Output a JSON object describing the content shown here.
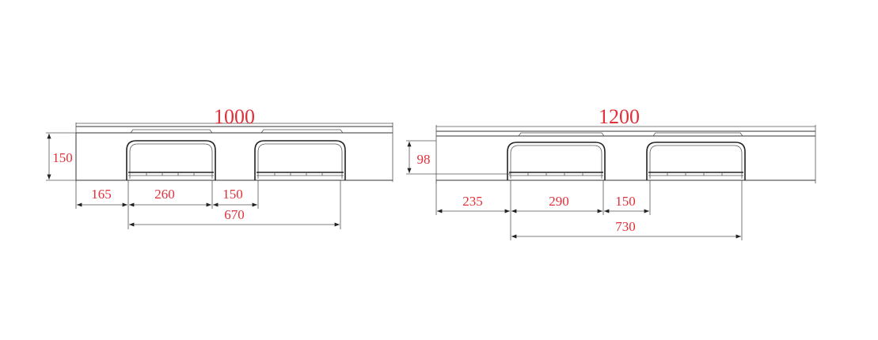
{
  "colors": {
    "dimension_text": "#e0303a",
    "line": "#333333",
    "background": "#ffffff"
  },
  "left_view": {
    "width_label": "1000",
    "height_label": "150",
    "seg1_label": "165",
    "seg2_label": "260",
    "seg3_label": "150",
    "span_label": "670"
  },
  "right_view": {
    "width_label": "1200",
    "height_label": "98",
    "seg1_label": "235",
    "seg2_label": "290",
    "seg3_label": "150",
    "span_label": "730"
  }
}
